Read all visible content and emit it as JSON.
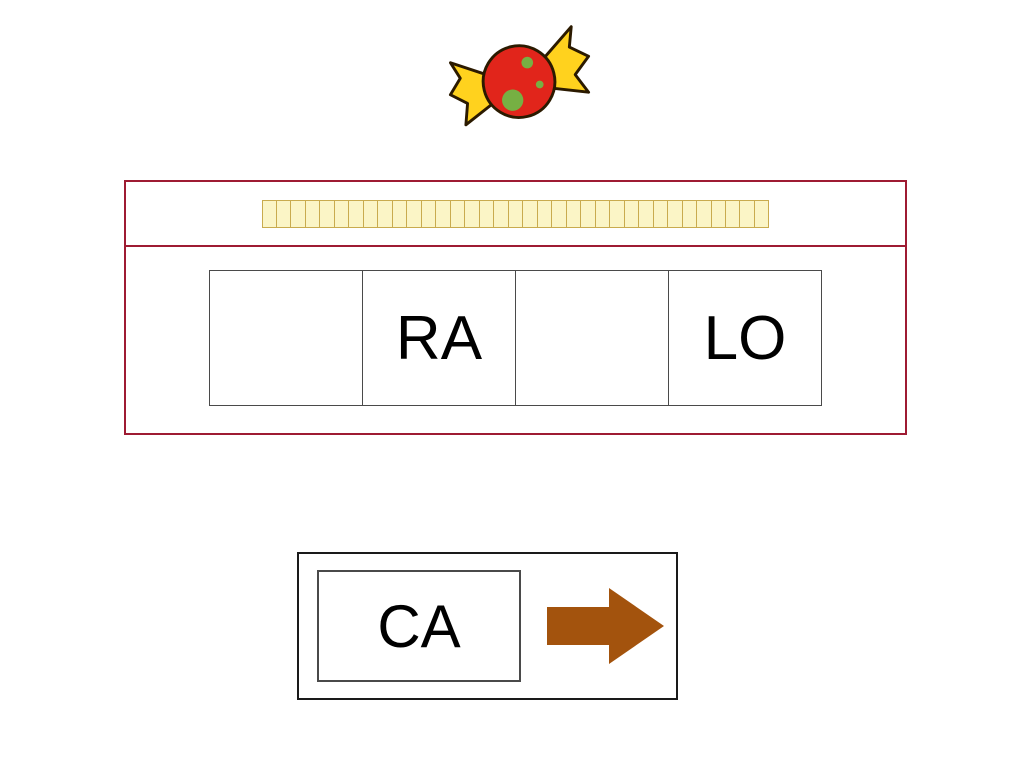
{
  "colors": {
    "panel_border": "#9e1b32",
    "tick_fill": "#fbf5c6",
    "tick_border": "#c9ab4e",
    "box_border": "#4a4a4a",
    "arrow_color": "#a3530d",
    "candy_red": "#e1251b",
    "candy_yellow": "#ffd21e",
    "candy_green": "#76b043"
  },
  "illustration": {
    "name": "wrapped-candy"
  },
  "answer_strip": {
    "tick_count": 35
  },
  "syllable_slots": [
    {
      "label": ""
    },
    {
      "label": "RA"
    },
    {
      "label": ""
    },
    {
      "label": "LO"
    }
  ],
  "tray": {
    "tile_label": "CA",
    "arrow_icon": "right-arrow"
  }
}
